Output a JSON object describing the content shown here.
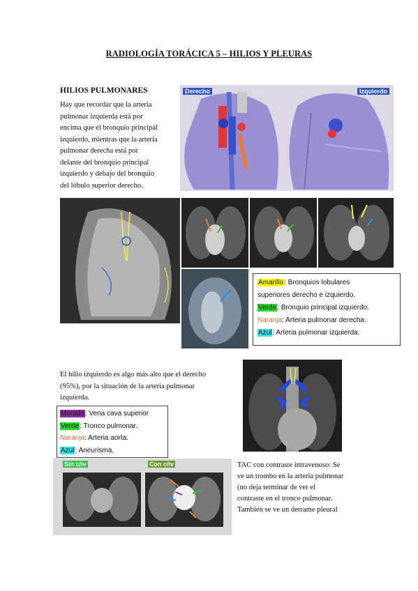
{
  "title": "RADIOLOGÍA TORÁCICA 5 – HILIOS Y PLEURAS",
  "section1": {
    "heading": "HILIOS PULMONARES",
    "lines": [
      "Hay que recordar que la arteria",
      "pulmonar izquierda está por",
      "encima que el bronquio principal",
      "izquierdo, mientras que la arteria",
      "pulmonar derecha está por",
      "delante del bronquio principal",
      "izquierdo y debajo del bronquio",
      "del lóbulo superior derecho."
    ]
  },
  "lung_illustration": {
    "left_label": "Derecho",
    "right_label": "Izquierdo"
  },
  "legend1": [
    {
      "key": "Amarillo",
      "text": ": Bronquios lobulares",
      "color": "#ffff00",
      "text_color": "#111111"
    },
    {
      "key": "",
      "text": "superiores derecho e izquierdo.",
      "color": "",
      "text_color": "#111111"
    },
    {
      "key": "Verde",
      "text": ": Bronquio principal izquierdo.",
      "color": "#22dd22",
      "text_color": "#111111"
    },
    {
      "key": "Naranja",
      "text": ": Arteria pulmonar derecha.",
      "color": "",
      "text_color": "#e8703a"
    },
    {
      "key": "Azul",
      "text": ": Arteria pulmonar izquierda.",
      "color": "#33e5e5",
      "text_color": "#111111"
    }
  ],
  "section2": {
    "lines": [
      "El hilio izquierdo es algo más alto que el derecho",
      "(95%), por la situación de la arteria pulmonar",
      "izquierda."
    ]
  },
  "legend2": [
    {
      "key": "Morado",
      "text": ": Vena cava superior",
      "color": "#8e2aa5",
      "text_color": "#111111"
    },
    {
      "key": "Verde",
      "text": ": Tronco pulmonar.",
      "color": "#22dd22",
      "text_color": "#111111"
    },
    {
      "key": "Naranja",
      "text": ": Arteria aorta.",
      "color": "",
      "text_color": "#e8703a"
    },
    {
      "key": "Azul",
      "text": ": Aneurisma.",
      "color": "#33e5e5",
      "text_color": "#111111"
    }
  ],
  "ct_captions": {
    "left": "Sin c/iv",
    "right": "Con c/iv"
  },
  "section3": {
    "lines": [
      "TAC con contraste intravenoso: Se",
      "ve un trombo en la arteria pulmonar",
      "(no deja terminar de ver el",
      "contraste en el tronco pulmonar.",
      "También se ve un derrame pleural"
    ]
  }
}
